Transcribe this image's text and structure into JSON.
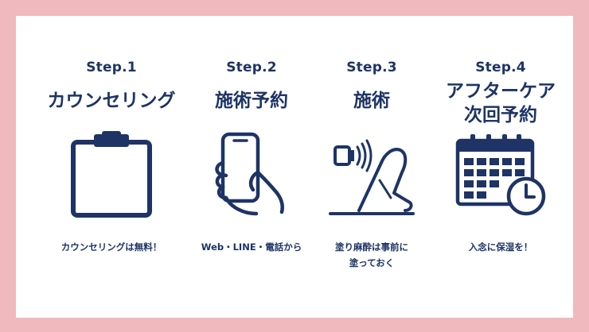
{
  "steps": [
    {
      "label": "Step.1",
      "title_lines": [
        "カウンセリング"
      ],
      "desc_lines": [
        "カウンセリングは無料！"
      ],
      "icon": "clipboard-icon"
    },
    {
      "label": "Step.2",
      "title_lines": [
        "施術予約"
      ],
      "desc_lines": [
        "Web・LINE・電話から"
      ],
      "icon": "smartphone-hand-icon"
    },
    {
      "label": "Step.3",
      "title_lines": [
        "施術"
      ],
      "desc_lines": [
        "塗り麻酔は事前に",
        "塗っておく"
      ],
      "icon": "leg-laser-icon"
    },
    {
      "label": "Step.4",
      "title_lines": [
        "アフターケア",
        "次回予約"
      ],
      "desc_lines": [
        "入念に保湿を！"
      ],
      "icon": "calendar-clock-icon"
    }
  ],
  "colors": {
    "accent": "#1e3466",
    "frame": "#efb9bd",
    "background": "#ffffff"
  }
}
